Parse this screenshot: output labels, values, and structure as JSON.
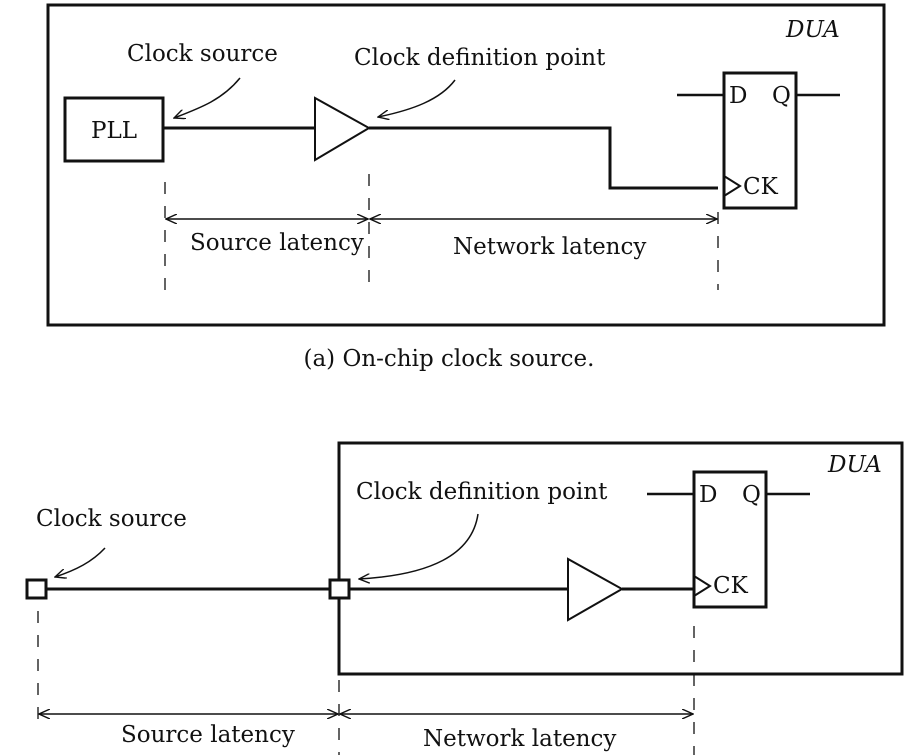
{
  "figure_a": {
    "caption": "(a) On-chip clock source.",
    "box_label": "DUA",
    "pll_label": "PLL",
    "clock_source_label": "Clock source",
    "clock_definition_label": "Clock definition point",
    "ff_d": "D",
    "ff_q": "Q",
    "ff_ck": "CK",
    "source_latency_label": "Source latency",
    "network_latency_label": "Network latency"
  },
  "figure_b": {
    "box_label": "DUA",
    "clock_source_label": "Clock source",
    "clock_definition_label": "Clock definition point",
    "ff_d": "D",
    "ff_q": "Q",
    "ff_ck": "CK",
    "source_latency_label": "Source latency",
    "network_latency_label": "Network latency"
  },
  "colors": {
    "ink": "#111111",
    "background": "#ffffff"
  }
}
